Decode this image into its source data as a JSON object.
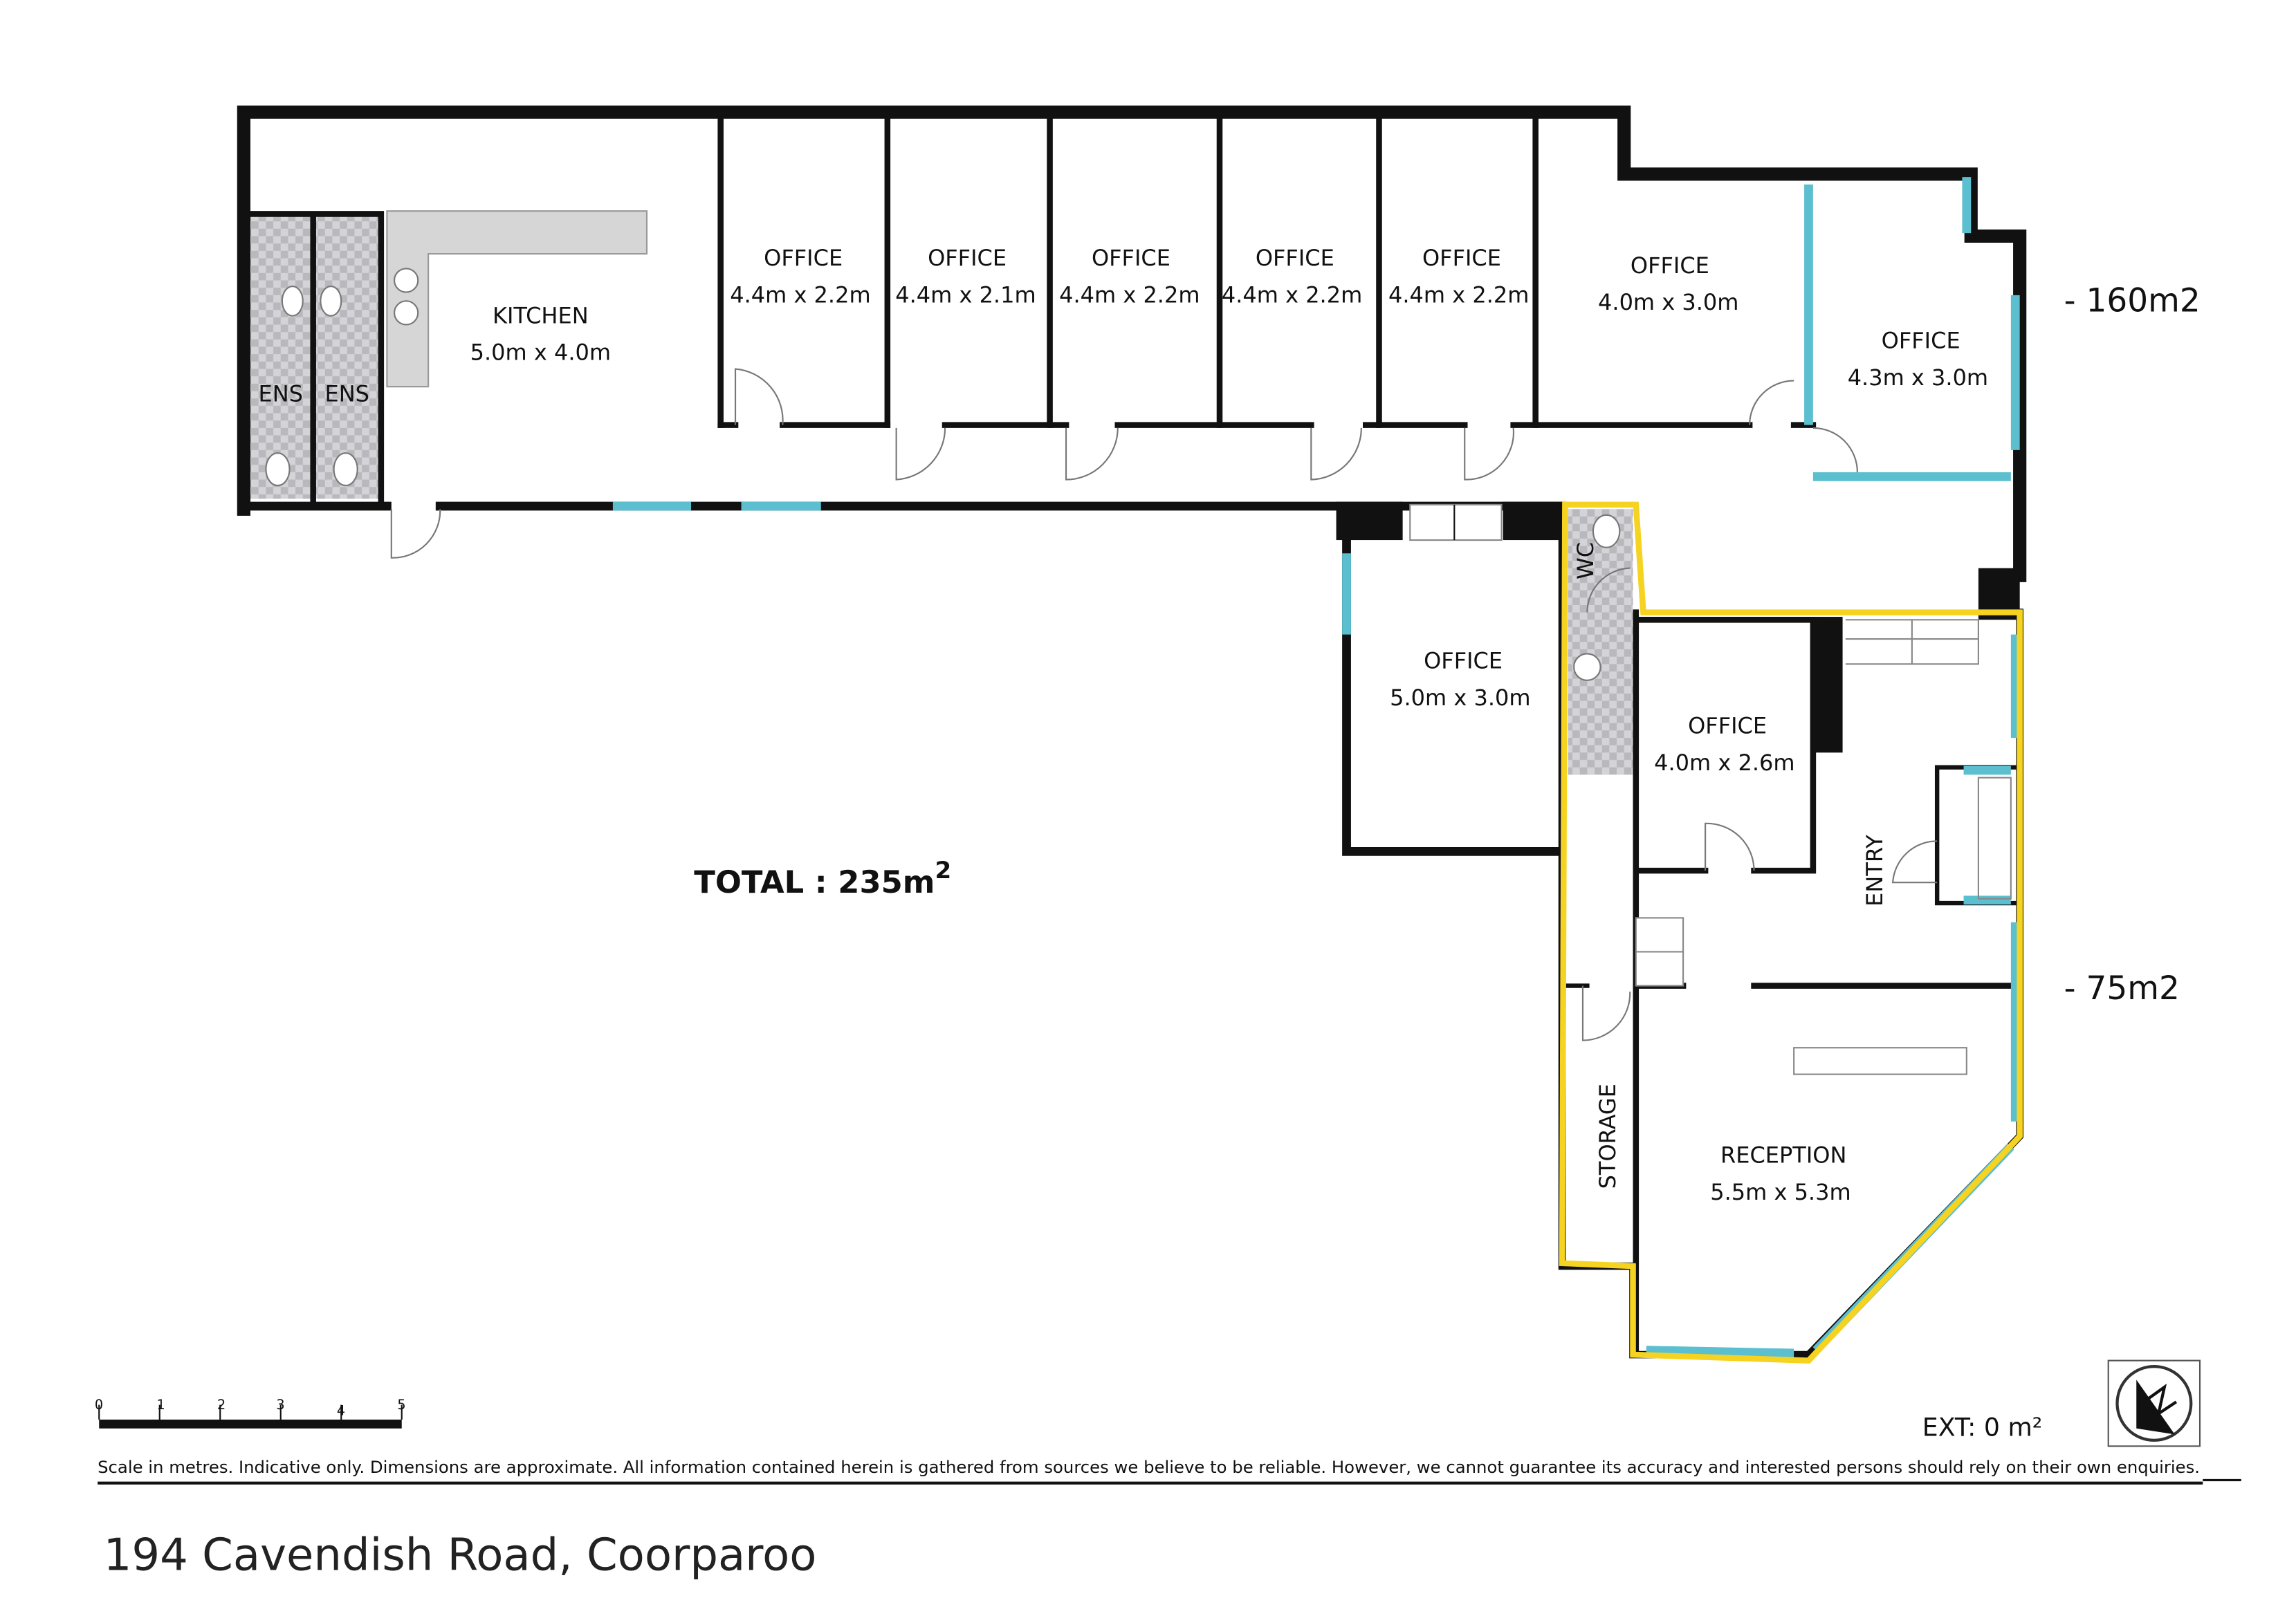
{
  "rooms": [
    {
      "name": "KITCHEN",
      "dims": "5.0m x 4.0m"
    },
    {
      "name": "OFFICE",
      "dims": "4.4m x 2.2m"
    },
    {
      "name": "OFFICE",
      "dims": "4.4m x 2.1m"
    },
    {
      "name": "OFFICE",
      "dims": "4.4m x 2.2m"
    },
    {
      "name": "OFFICE",
      "dims": "4.4m x 2.2m"
    },
    {
      "name": "OFFICE",
      "dims": "4.4m x 2.2m"
    },
    {
      "name": "OFFICE",
      "dims": "4.0m x 3.0m"
    },
    {
      "name": "OFFICE",
      "dims": "4.3m x 3.0m"
    },
    {
      "name": "OFFICE",
      "dims": "5.0m x 3.0m"
    },
    {
      "name": "OFFICE",
      "dims": "4.0m x 2.6m"
    },
    {
      "name": "RECEPTION",
      "dims": "5.5m x 5.3m"
    }
  ],
  "small_labels": {
    "ens1": "ENS",
    "ens2": "ENS",
    "wc": "WC",
    "entry": "ENTRY",
    "storage": "STORAGE"
  },
  "areas": {
    "upper": "- 160m2",
    "lower": "- 75m2"
  },
  "total": {
    "label": "TOTAL : 235m",
    "sup": "2"
  },
  "scale": {
    "ticks": [
      "0",
      "1",
      "2",
      "3",
      "4",
      "5"
    ]
  },
  "ext": "EXT: 0 m²",
  "disclaimer": "Scale in metres. Indicative only. Dimensions are approximate. All information contained  herein is gathered from sources we believe to be reliable. However, we cannot guarantee its accuracy and interested persons should rely on their own enquiries.",
  "address": "194 Cavendish Road, Coorparoo",
  "colors": {
    "wall": "#111111",
    "window": "#5bbfcf",
    "highlight": "#f5d320",
    "wet_area": "#c8c8cc"
  }
}
